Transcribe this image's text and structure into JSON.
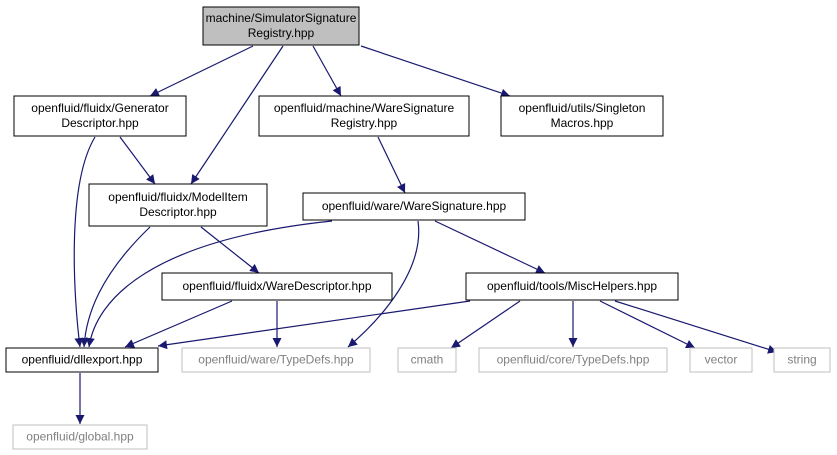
{
  "colors": {
    "edge": "#191970",
    "focus_fill": "#bfbfbf",
    "normal_fill": "#ffffff",
    "normal_border": "#000000",
    "external_border": "#bfbfbf",
    "external_text": "#808080"
  },
  "nodes": [
    {
      "id": "simulator_signature_registry",
      "lines": [
        "machine/SimulatorSignature",
        "Registry.hpp"
      ],
      "style": "focus"
    },
    {
      "id": "generator_descriptor",
      "lines": [
        "openfluid/fluidx/Generator",
        "Descriptor.hpp"
      ],
      "style": "normal"
    },
    {
      "id": "ware_signature_registry",
      "lines": [
        "openfluid/machine/WareSignature",
        "Registry.hpp"
      ],
      "style": "normal"
    },
    {
      "id": "singleton_macros",
      "lines": [
        "openfluid/utils/Singleton",
        "Macros.hpp"
      ],
      "style": "normal"
    },
    {
      "id": "model_item_descriptor",
      "lines": [
        "openfluid/fluidx/ModelItem",
        "Descriptor.hpp"
      ],
      "style": "normal"
    },
    {
      "id": "ware_signature",
      "lines": [
        "openfluid/ware/WareSignature.hpp"
      ],
      "style": "normal"
    },
    {
      "id": "ware_descriptor",
      "lines": [
        "openfluid/fluidx/WareDescriptor.hpp"
      ],
      "style": "normal"
    },
    {
      "id": "misc_helpers",
      "lines": [
        "openfluid/tools/MiscHelpers.hpp"
      ],
      "style": "normal"
    },
    {
      "id": "dllexport",
      "lines": [
        "openfluid/dllexport.hpp"
      ],
      "style": "normal"
    },
    {
      "id": "ware_typedefs",
      "lines": [
        "openfluid/ware/TypeDefs.hpp"
      ],
      "style": "external"
    },
    {
      "id": "cmath",
      "lines": [
        "cmath"
      ],
      "style": "external"
    },
    {
      "id": "core_typedefs",
      "lines": [
        "openfluid/core/TypeDefs.hpp"
      ],
      "style": "external"
    },
    {
      "id": "vector",
      "lines": [
        "vector"
      ],
      "style": "external"
    },
    {
      "id": "string",
      "lines": [
        "string"
      ],
      "style": "external"
    },
    {
      "id": "global",
      "lines": [
        "openfluid/global.hpp"
      ],
      "style": "external"
    }
  ],
  "edges": [
    {
      "from": "simulator_signature_registry",
      "to": "generator_descriptor"
    },
    {
      "from": "simulator_signature_registry",
      "to": "model_item_descriptor"
    },
    {
      "from": "simulator_signature_registry",
      "to": "ware_signature_registry"
    },
    {
      "from": "simulator_signature_registry",
      "to": "singleton_macros"
    },
    {
      "from": "generator_descriptor",
      "to": "model_item_descriptor"
    },
    {
      "from": "generator_descriptor",
      "to": "dllexport"
    },
    {
      "from": "model_item_descriptor",
      "to": "dllexport"
    },
    {
      "from": "model_item_descriptor",
      "to": "ware_descriptor"
    },
    {
      "from": "ware_signature_registry",
      "to": "ware_signature"
    },
    {
      "from": "ware_signature",
      "to": "dllexport"
    },
    {
      "from": "ware_signature",
      "to": "ware_typedefs"
    },
    {
      "from": "ware_signature",
      "to": "misc_helpers"
    },
    {
      "from": "ware_descriptor",
      "to": "dllexport"
    },
    {
      "from": "ware_descriptor",
      "to": "ware_typedefs"
    },
    {
      "from": "misc_helpers",
      "to": "dllexport"
    },
    {
      "from": "misc_helpers",
      "to": "cmath"
    },
    {
      "from": "misc_helpers",
      "to": "core_typedefs"
    },
    {
      "from": "misc_helpers",
      "to": "vector"
    },
    {
      "from": "misc_helpers",
      "to": "string"
    },
    {
      "from": "dllexport",
      "to": "global"
    }
  ]
}
